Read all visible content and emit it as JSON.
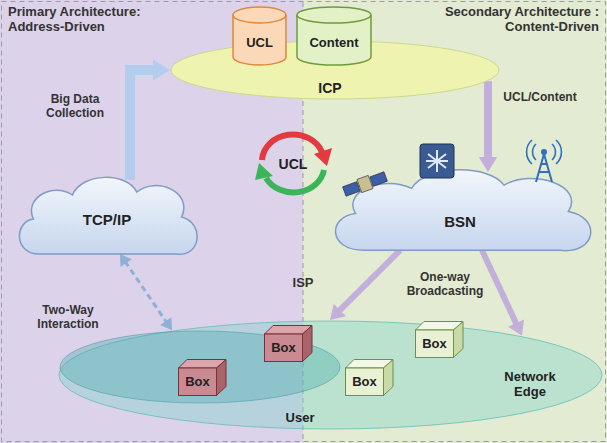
{
  "diagram": {
    "nodes": [
      {
        "text": [
          "ICP"
        ]
      },
      {
        "text": [
          "UCL"
        ],
        "in": 0
      },
      {
        "text": [
          "Content"
        ],
        "in": 0
      },
      {
        "text": [
          "UCL"
        ]
      },
      {
        "text": [
          "TCP/IP"
        ]
      },
      {
        "text": [
          "BSN"
        ]
      },
      {
        "text": [
          "User",
          "Network Edge"
        ]
      },
      {
        "text": [
          "Box"
        ],
        "in": 6
      },
      {
        "text": [
          "Box"
        ],
        "in": 6
      },
      {
        "text": [
          "Box"
        ],
        "in": 6
      },
      {
        "text": [
          "Box"
        ],
        "in": 6
      }
    ],
    "edges": [
      {
        "from": 4,
        "to": 0,
        "arrow": "to",
        "label": "Big Data Collection"
      },
      {
        "from": 0,
        "to": 5,
        "arrow": "to",
        "label": "UCL/Content"
      },
      {
        "from": 4,
        "to": 6,
        "arrow": "both",
        "label": "Two-Way Interaction"
      },
      {
        "from": 5,
        "to": 6,
        "arrow": "to",
        "label": "One-way Broadcasting"
      },
      {
        "from": 5,
        "to": 6,
        "arrow": "to"
      }
    ],
    "labels": [
      "Primary Architecture: Address-Driven",
      "Secondary Architecture : Content-Driven",
      "ISP"
    ]
  }
}
